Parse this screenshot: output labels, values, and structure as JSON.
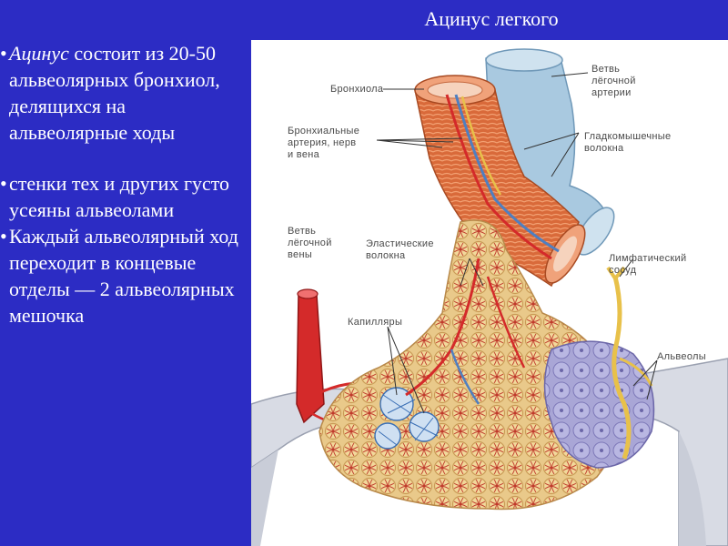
{
  "slide": {
    "title": "Ацинус легкого",
    "bullets": [
      {
        "emphasis": "Ацинус",
        "text": " состоит из 20-50 альвеолярных бронхиол, делящихся на альвеолярные ходы"
      },
      {
        "emphasis": "",
        "text": " стенки тех и других густо усеяны альвеолами"
      },
      {
        "emphasis": "",
        "text": "Каждый альвеолярный ход переходит в концевые отделы — 2 альвеолярных мешочка"
      }
    ]
  },
  "figure": {
    "labels": {
      "bronchiole": "Бронхиола",
      "pulmonary_artery_branch": "Ветвь\nлёгочной\nартерии",
      "bronchial_vessels": "Бронхиальные\nартерия, нерв\nи вена",
      "smooth_muscle": "Гладкомышечные\nволокна",
      "pulmonary_vein_branch": "Ветвь\nлёгочной\nвены",
      "elastic_fibers": "Эластические\nволокна",
      "lymphatic_vessel": "Лимфатический\nсосуд",
      "capillaries": "Капилляры",
      "alveoli": "Альвеолы"
    },
    "colors": {
      "background": "#2c2cc4",
      "artery_blue": "#a9c9e0",
      "bronchiole_muscle": "#d96a3a",
      "vein_red": "#d42a2a",
      "alveolus": "#e9c98a",
      "alveolar_sac_purple": "#a9a6d6",
      "lymph_yellow": "#e8c14a"
    }
  }
}
